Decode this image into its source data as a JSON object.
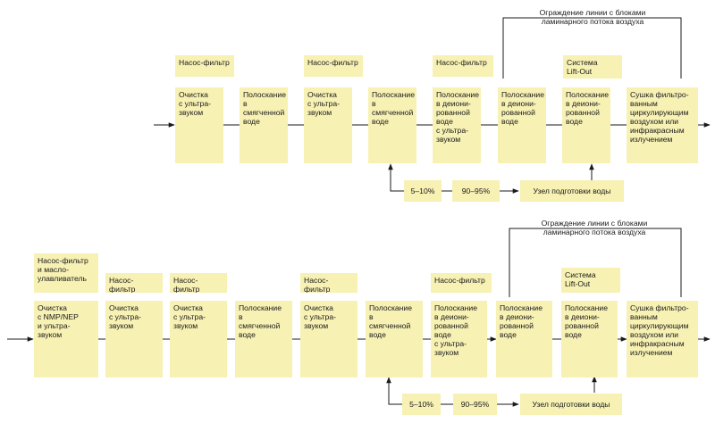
{
  "flow1": {
    "filters": [
      "Насос-фильтр",
      "Насос-фильтр",
      "Насос-фильтр"
    ],
    "lift_out": "Система\nLift-Out",
    "enclosure": "Ограждение линии с блоками\nламинарного потока воздуха",
    "steps": [
      "Очистка\nс ультра-\nзвуком",
      "Полоскание\nв\nсмягченной\nводе",
      "Очистка\nс ультра-\nзвуком",
      "Полоскание\nв\nсмягченной\nводе",
      "Полоскание\nв деиони-\nрованной\nводе\nс ультра-\nзвуком",
      "Полоскание\nв деиони-\nрованной\nводе",
      "Полоскание\nв деиони-\nрованной\nводе",
      "Сушка фильтро-\nванным\nциркулирующим\nвоздухом или\nинфракрасным\nизлучением"
    ],
    "pct_low": "5–10%",
    "pct_high": "90–95%",
    "water_unit": "Узел подготовки воды"
  },
  "flow2": {
    "filters": [
      "Насос-фильтр\nи масло-\nулавливатель",
      "Насос-фильтр",
      "Насос-фильтр",
      "Насос-фильтр",
      "Насос-фильтр"
    ],
    "lift_out": "Система\nLift-Out",
    "enclosure": "Ограждение линии с блоками\nламинарного потока воздуха",
    "steps": [
      "Очистка\nс NMP/NEP\nи ультра-\nзвуком",
      "Очистка\nс ультра-\nзвуком",
      "Очистка\nс ультра-\nзвуком",
      "Полоскание\nв\nсмягченной\nводе",
      "Очистка\nс ультра-\nзвуком",
      "Полоскание\nв\nсмягченной\nводе",
      "Полоскание\nв деиони-\nрованной\nводе\nс ультра-\nзвуком",
      "Полоскание\nв деиони-\nрованной\nводе",
      "Полоскание\nв деиони-\nрованной\nводе",
      "Сушка фильтро-\nванным\nциркулирующим\nвоздухом или\nинфракрасным\nизлучением"
    ],
    "pct_low": "5–10%",
    "pct_high": "90–95%",
    "water_unit": "Узел подготовки воды"
  },
  "colors": {
    "box_fill": "#f7f1b4",
    "line": "#1a1a1a"
  }
}
